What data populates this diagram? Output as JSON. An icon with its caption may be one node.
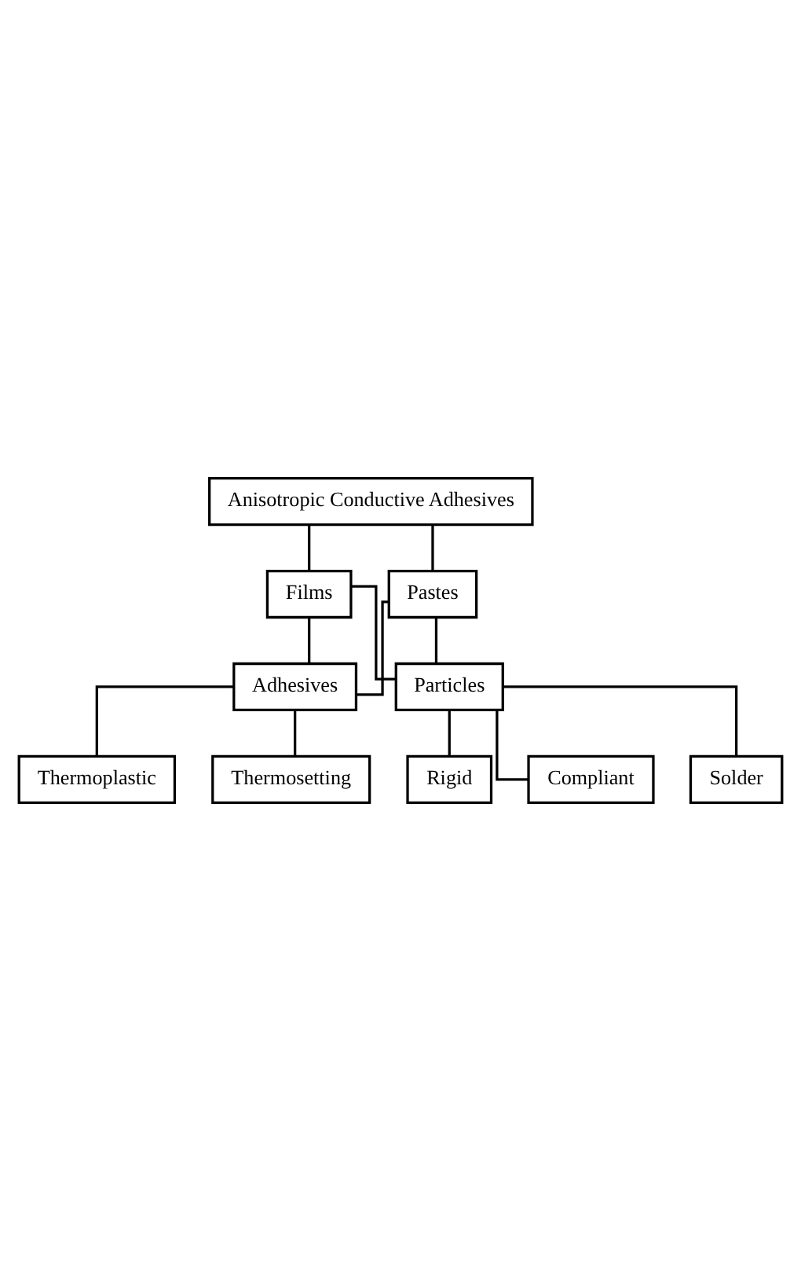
{
  "diagram": {
    "nodes": [
      {
        "text": [
          "Anisotropic Conductive Adhesives"
        ]
      },
      {
        "text": [
          "Films"
        ]
      },
      {
        "text": [
          "Pastes"
        ]
      },
      {
        "text": [
          "Adhesives"
        ]
      },
      {
        "text": [
          "Particles"
        ]
      },
      {
        "text": [
          "Thermosetting"
        ]
      },
      {
        "text": [
          "Thermoplastic"
        ]
      },
      {
        "text": [
          "Rigid"
        ]
      },
      {
        "text": [
          "Compliant"
        ]
      },
      {
        "text": [
          "Solder"
        ]
      }
    ],
    "edges": [
      {
        "from": 0,
        "to": 1,
        "arrow": "none"
      },
      {
        "from": 0,
        "to": 2,
        "arrow": "none"
      },
      {
        "from": 1,
        "to": 3,
        "arrow": "none"
      },
      {
        "from": 1,
        "to": 4,
        "arrow": "none"
      },
      {
        "from": 2,
        "to": 3,
        "arrow": "none"
      },
      {
        "from": 2,
        "to": 4,
        "arrow": "none"
      },
      {
        "from": 3,
        "to": 5,
        "arrow": "none"
      },
      {
        "from": 3,
        "to": 6,
        "arrow": "none"
      },
      {
        "from": 4,
        "to": 7,
        "arrow": "none"
      },
      {
        "from": 4,
        "to": 8,
        "arrow": "none"
      },
      {
        "from": 4,
        "to": 9,
        "arrow": "none"
      }
    ]
  }
}
